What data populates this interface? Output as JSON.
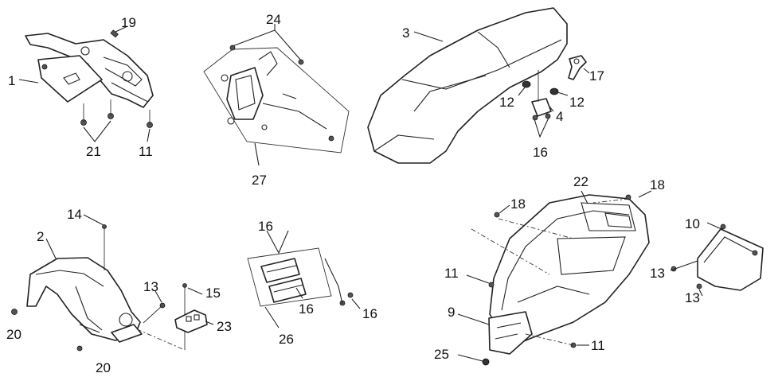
{
  "callouts": {
    "c1": "1",
    "c19": "19",
    "c21": "21",
    "c11a": "11",
    "c24": "24",
    "c27": "27",
    "c3": "3",
    "c17": "17",
    "c12a": "12",
    "c12b": "12",
    "c4": "4",
    "c16a": "16",
    "c2": "2",
    "c14": "14",
    "c13a": "13",
    "c15": "15",
    "c20a": "20",
    "c20b": "20",
    "c23": "23",
    "c16b": "16",
    "c16c": "16",
    "c16d": "16",
    "c26": "26",
    "c22": "22",
    "c18a": "18",
    "c18b": "18",
    "c11b": "11",
    "c9": "9",
    "c25": "25",
    "c11c": "11",
    "c10": "10",
    "c13b": "13",
    "c13c": "13"
  }
}
